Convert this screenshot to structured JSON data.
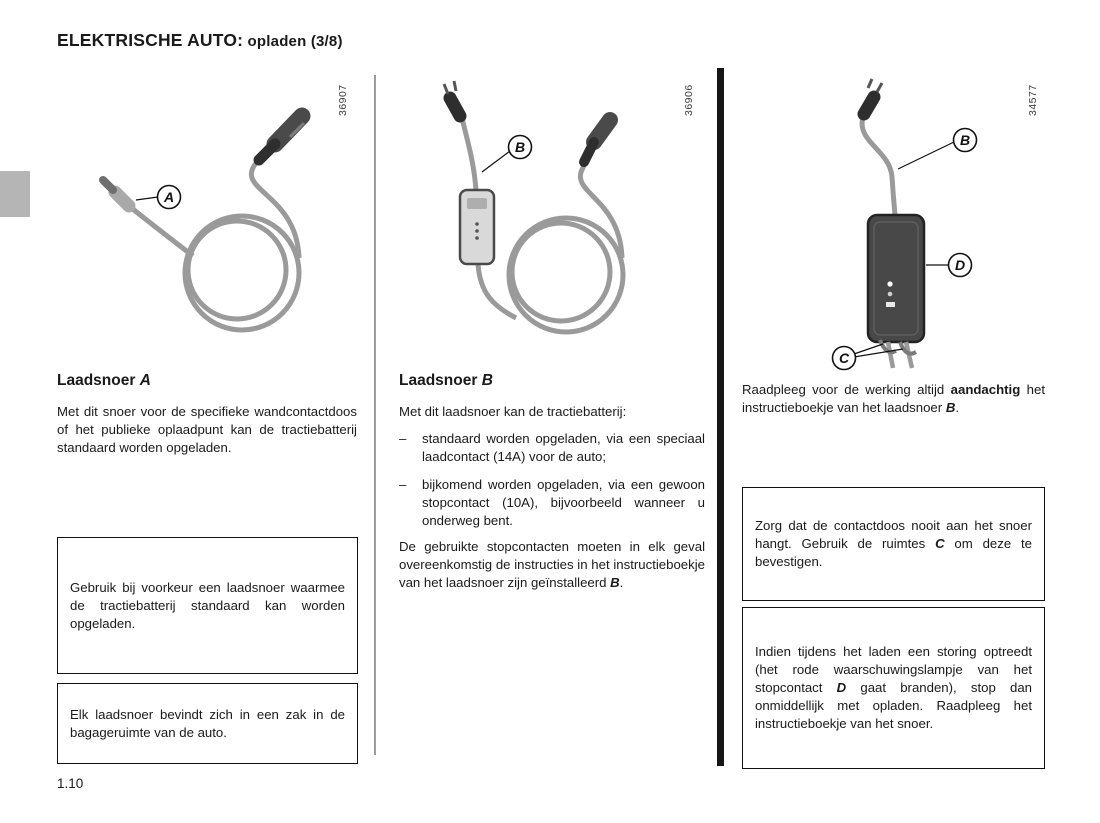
{
  "header": {
    "title_main": "ELEKTRISCHE AUTO:",
    "title_sub": " opladen (3/8)"
  },
  "footer": {
    "page_number": "1.10"
  },
  "figures": {
    "a": {
      "ref": "36907",
      "callout": "A"
    },
    "b": {
      "ref": "36906",
      "callout": "B"
    },
    "c": {
      "ref": "34577",
      "callout_b": "B",
      "callout_c": "C",
      "callout_d": "D"
    }
  },
  "col1": {
    "heading": "Laadsnoer ",
    "heading_ref": "A",
    "para": "Met dit snoer voor de specifieke wandcon­tactdoos of het publieke oplaadpunt kan de tractiebatterij standaard worden opgeladen.",
    "box1": "Gebruik bij voorkeur een laadsnoer waarmee de tractiebatterij standaard kan worden opgeladen.",
    "box2": "Elk laadsnoer bevindt zich in een zak in de bagageruimte van de auto."
  },
  "col2": {
    "heading": "Laadsnoer ",
    "heading_ref": "B",
    "intro": "Met dit laadsnoer kan de tractiebatterij:",
    "bullet_dash": "–",
    "bullets": [
      "standaard worden opgeladen, via een speciaal laadcontact (14A) voor de auto;",
      "bijkomend worden opgeladen, via een gewoon stopcontact (10A), bijvoorbeeld wanneer u onderweg bent."
    ],
    "para2_text": "De gebruikte stopcontacten moeten in elk geval overeenkomstig de instructies in het instructieboekje van het laadsnoer zijn ge­ïnstalleerd ",
    "para2_ref": "B",
    "para2_end": "."
  },
  "col3": {
    "para_1": "Raadpleeg voor de werking altijd ",
    "para_bold": "aandach­tig",
    "para_2": " het instructieboekje van het laadsnoer ",
    "para_ref": "B",
    "para_end": ".",
    "box1_1": "Zorg dat de contactdoos nooit aan het snoer hangt. Gebruik de ruimtes ",
    "box1_ref": "C",
    "box1_2": " om deze te bevestigen.",
    "box2_1": "Indien tijdens het laden een storing op­treedt (het rode waarschuwingslampje van het stopcontact ",
    "box2_ref": "D",
    "box2_2": " gaat branden), stop dan onmiddellijk met opladen. Raadpleeg het instructieboekje van het snoer."
  }
}
